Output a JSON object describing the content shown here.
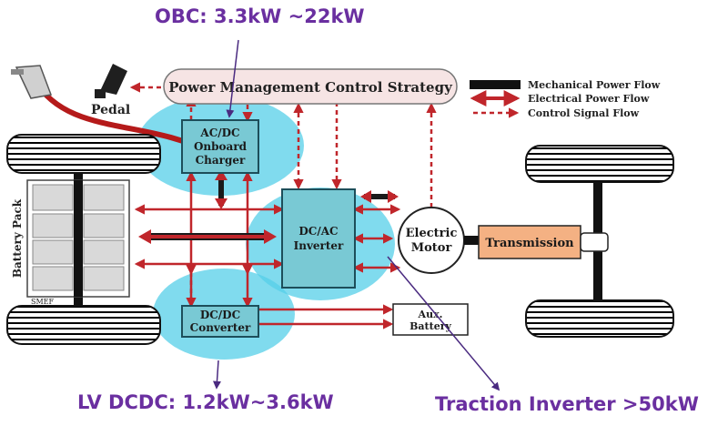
{
  "callouts": {
    "obc": "OBC: 3.3kW ~22kW",
    "lv_dcdc": "LV DCDC: 1.2kW~3.6kW",
    "traction": "Traction Inverter >50kW"
  },
  "blocks": {
    "pmcs": "Power Management Control Strategy",
    "onboard_charger": [
      "AC/DC",
      "Onboard",
      "Charger"
    ],
    "dcac_inverter": [
      "DC/AC",
      "Inverter"
    ],
    "dcdc_converter": [
      "DC/DC",
      "Converter"
    ],
    "electric_motor": [
      "Electric",
      "Motor"
    ],
    "transmission": "Transmission",
    "aux_battery": [
      "Aux.",
      "Battery"
    ],
    "battery_pack": "Battery Pack",
    "smef": "SMEF",
    "pedal": "Pedal"
  },
  "legend": {
    "mechanical": "Mechanical Power Flow",
    "electrical": "Electrical Power Flow",
    "control": "Control Signal Flow"
  },
  "colors": {
    "callout": "#6a2fa0",
    "electrical": "#c0262b",
    "highlight": "#55cfe8",
    "block_fill": "#79c9d4",
    "transmission_fill": "#f4b183",
    "pmcs_fill": "#f6e4e4"
  }
}
